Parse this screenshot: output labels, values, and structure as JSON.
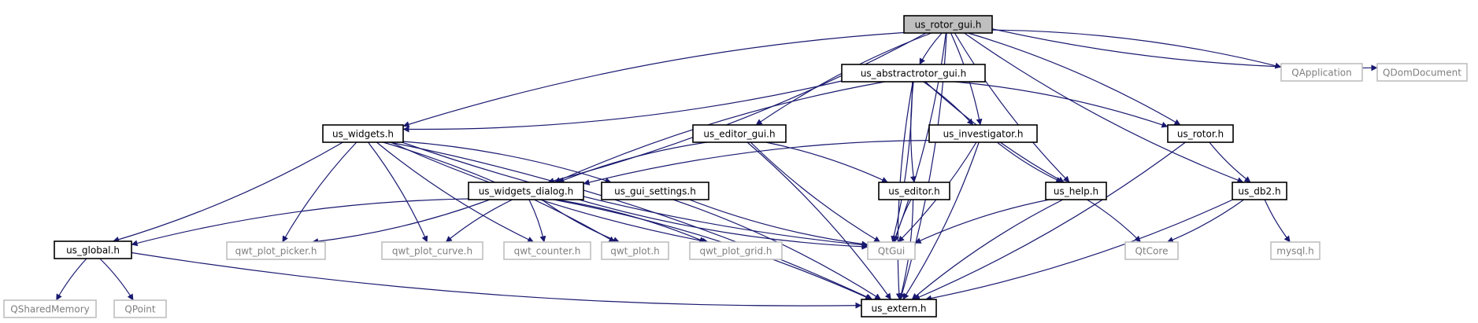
{
  "colors": {
    "edge": "#191970",
    "root_fill": "#bfbfbf",
    "box_fill": "#ffffff",
    "box_stroke": "#000000",
    "external_stroke": "#bfbfbf",
    "external_text": "#7f7f7f"
  },
  "nodes": [
    {
      "id": "us_rotor_gui",
      "label": "us_rotor_gui.h",
      "kind": "root"
    },
    {
      "id": "us_abstractrotor_gui",
      "label": "us_abstractrotor_gui.h",
      "kind": "header"
    },
    {
      "id": "QApplication",
      "label": "QApplication",
      "kind": "external"
    },
    {
      "id": "QDomDocument",
      "label": "QDomDocument",
      "kind": "external"
    },
    {
      "id": "us_widgets",
      "label": "us_widgets.h",
      "kind": "header"
    },
    {
      "id": "us_editor_gui",
      "label": "us_editor_gui.h",
      "kind": "header"
    },
    {
      "id": "us_investigator",
      "label": "us_investigator.h",
      "kind": "header"
    },
    {
      "id": "us_rotor",
      "label": "us_rotor.h",
      "kind": "header"
    },
    {
      "id": "us_widgets_dialog",
      "label": "us_widgets_dialog.h",
      "kind": "header"
    },
    {
      "id": "us_gui_settings",
      "label": "us_gui_settings.h",
      "kind": "header"
    },
    {
      "id": "us_editor",
      "label": "us_editor.h",
      "kind": "header"
    },
    {
      "id": "us_help",
      "label": "us_help.h",
      "kind": "header"
    },
    {
      "id": "us_db2",
      "label": "us_db2.h",
      "kind": "header"
    },
    {
      "id": "us_global",
      "label": "us_global.h",
      "kind": "header"
    },
    {
      "id": "qwt_plot_picker",
      "label": "qwt_plot_picker.h",
      "kind": "external"
    },
    {
      "id": "qwt_plot_curve",
      "label": "qwt_plot_curve.h",
      "kind": "external"
    },
    {
      "id": "qwt_counter",
      "label": "qwt_counter.h",
      "kind": "external"
    },
    {
      "id": "qwt_plot",
      "label": "qwt_plot.h",
      "kind": "external"
    },
    {
      "id": "qwt_plot_grid",
      "label": "qwt_plot_grid.h",
      "kind": "external"
    },
    {
      "id": "QtGui",
      "label": "QtGui",
      "kind": "external"
    },
    {
      "id": "QtCore",
      "label": "QtCore",
      "kind": "external"
    },
    {
      "id": "mysql",
      "label": "mysql.h",
      "kind": "external"
    },
    {
      "id": "QSharedMemory",
      "label": "QSharedMemory",
      "kind": "external"
    },
    {
      "id": "QPoint",
      "label": "QPoint",
      "kind": "external"
    },
    {
      "id": "us_extern",
      "label": "us_extern.h",
      "kind": "header"
    }
  ],
  "edges": [
    [
      "us_rotor_gui",
      "us_extern"
    ],
    [
      "us_rotor_gui",
      "us_widgets"
    ],
    [
      "us_rotor_gui",
      "us_widgets_dialog"
    ],
    [
      "us_rotor_gui",
      "us_editor_gui"
    ],
    [
      "us_rotor_gui",
      "QtGui"
    ],
    [
      "us_rotor_gui",
      "us_abstractrotor_gui"
    ],
    [
      "us_rotor_gui",
      "us_investigator"
    ],
    [
      "us_rotor_gui",
      "us_help"
    ],
    [
      "us_rotor_gui",
      "us_rotor"
    ],
    [
      "us_rotor_gui",
      "us_db2"
    ],
    [
      "us_rotor_gui",
      "QApplication"
    ],
    [
      "us_rotor_gui",
      "QDomDocument"
    ],
    [
      "us_abstractrotor_gui",
      "us_widgets"
    ],
    [
      "us_abstractrotor_gui",
      "us_widgets_dialog"
    ],
    [
      "us_abstractrotor_gui",
      "QtGui"
    ],
    [
      "us_abstractrotor_gui",
      "us_editor"
    ],
    [
      "us_abstractrotor_gui",
      "us_investigator"
    ],
    [
      "us_abstractrotor_gui",
      "us_help"
    ],
    [
      "us_abstractrotor_gui",
      "us_rotor"
    ],
    [
      "us_abstractrotor_gui",
      "us_extern"
    ],
    [
      "us_widgets",
      "us_global"
    ],
    [
      "us_widgets",
      "qwt_plot_picker"
    ],
    [
      "us_widgets",
      "qwt_plot_curve"
    ],
    [
      "us_widgets",
      "qwt_counter"
    ],
    [
      "us_widgets",
      "qwt_plot"
    ],
    [
      "us_widgets",
      "qwt_plot_grid"
    ],
    [
      "us_widgets",
      "us_gui_settings"
    ],
    [
      "us_widgets",
      "QtGui"
    ],
    [
      "us_widgets",
      "us_extern"
    ],
    [
      "us_editor_gui",
      "us_widgets_dialog"
    ],
    [
      "us_editor_gui",
      "us_editor"
    ],
    [
      "us_editor_gui",
      "QtGui"
    ],
    [
      "us_editor_gui",
      "us_extern"
    ],
    [
      "us_investigator",
      "us_widgets_dialog"
    ],
    [
      "us_investigator",
      "QtGui"
    ],
    [
      "us_investigator",
      "us_help"
    ],
    [
      "us_investigator",
      "us_extern"
    ],
    [
      "us_rotor",
      "us_db2"
    ],
    [
      "us_rotor",
      "us_extern"
    ],
    [
      "us_widgets_dialog",
      "us_global"
    ],
    [
      "us_widgets_dialog",
      "qwt_plot_picker"
    ],
    [
      "us_widgets_dialog",
      "qwt_plot_curve"
    ],
    [
      "us_widgets_dialog",
      "qwt_counter"
    ],
    [
      "us_widgets_dialog",
      "qwt_plot"
    ],
    [
      "us_widgets_dialog",
      "qwt_plot_grid"
    ],
    [
      "us_widgets_dialog",
      "QtGui"
    ],
    [
      "us_widgets_dialog",
      "us_extern"
    ],
    [
      "us_gui_settings",
      "QtGui"
    ],
    [
      "us_gui_settings",
      "us_extern"
    ],
    [
      "us_editor",
      "QtGui"
    ],
    [
      "us_editor",
      "us_extern"
    ],
    [
      "us_help",
      "QtGui"
    ],
    [
      "us_help",
      "QtCore"
    ],
    [
      "us_help",
      "us_extern"
    ],
    [
      "us_db2",
      "QtCore"
    ],
    [
      "us_db2",
      "mysql"
    ],
    [
      "us_db2",
      "us_extern"
    ],
    [
      "us_global",
      "QSharedMemory"
    ],
    [
      "us_global",
      "QPoint"
    ],
    [
      "us_global",
      "us_extern"
    ]
  ]
}
